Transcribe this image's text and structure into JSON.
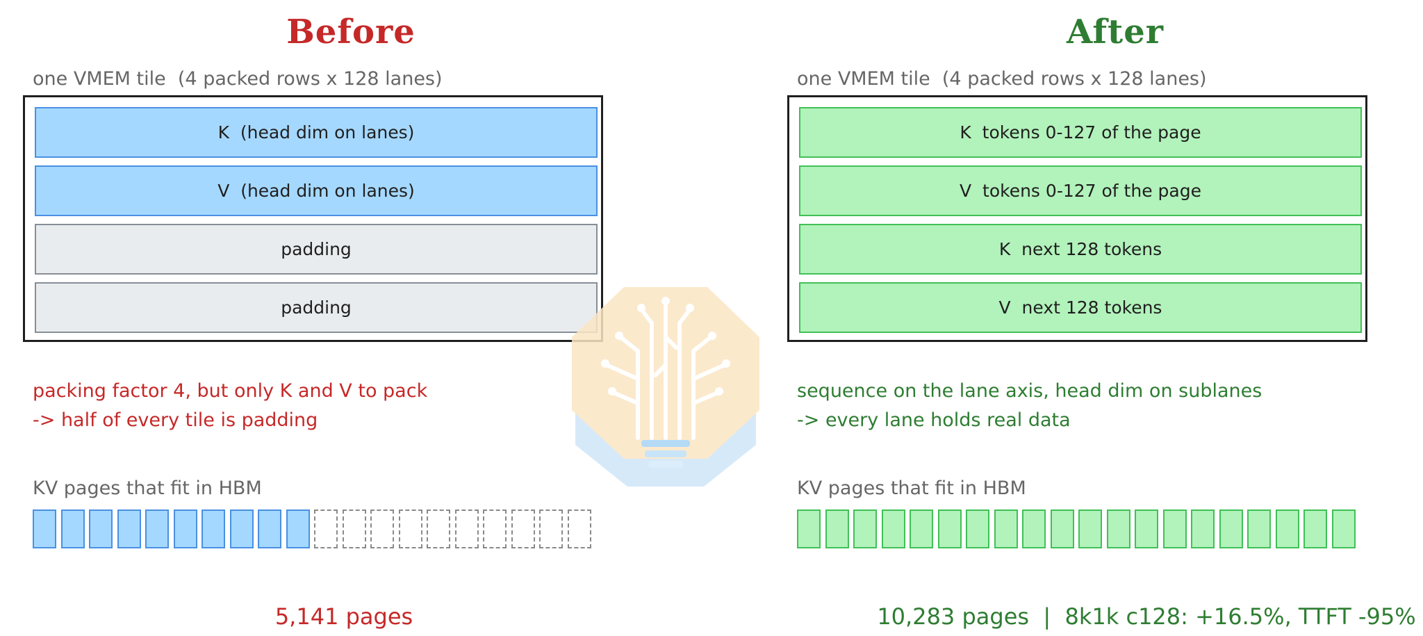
{
  "before": {
    "title": "Before",
    "tile_caption": "one VMEM tile  (4 packed rows x 128 lanes)",
    "rows": [
      {
        "label": "K  (head dim on lanes)",
        "kind": "blue"
      },
      {
        "label": "V  (head dim on lanes)",
        "kind": "blue"
      },
      {
        "label": "padding",
        "kind": "gray"
      },
      {
        "label": "padding",
        "kind": "gray"
      }
    ],
    "note_line_1": "packing factor 4, but only K and V to pack",
    "note_line_2": "-> half of every tile is padding",
    "hbm_caption": "KV pages that fit in HBM",
    "pages_filled": 10,
    "pages_total": 20,
    "footer": "5,141 pages"
  },
  "after": {
    "title": "After",
    "tile_caption": "one VMEM tile  (4 packed rows x 128 lanes)",
    "rows": [
      {
        "label": "K  tokens 0-127 of the page",
        "kind": "green"
      },
      {
        "label": "V  tokens 0-127 of the page",
        "kind": "green"
      },
      {
        "label": "K  next 128 tokens",
        "kind": "green"
      },
      {
        "label": "V  next 128 tokens",
        "kind": "green"
      }
    ],
    "note_line_1": "sequence on the lane axis, head dim on sublanes",
    "note_line_2": "-> every lane holds real data",
    "hbm_caption": "KV pages that fit in HBM",
    "pages_filled": 20,
    "pages_total": 20,
    "footer": "10,283 pages  |  8k1k c128: +16.5%, TTFT -95%"
  },
  "colors": {
    "before_accent": "#c62828",
    "after_accent": "#2e7d32",
    "blue_fill": "#a5d8ff",
    "gray_fill": "#e9ecef",
    "green_fill": "#b2f2bb"
  },
  "watermark_icon": "lightbulb-circuit-tree-icon"
}
